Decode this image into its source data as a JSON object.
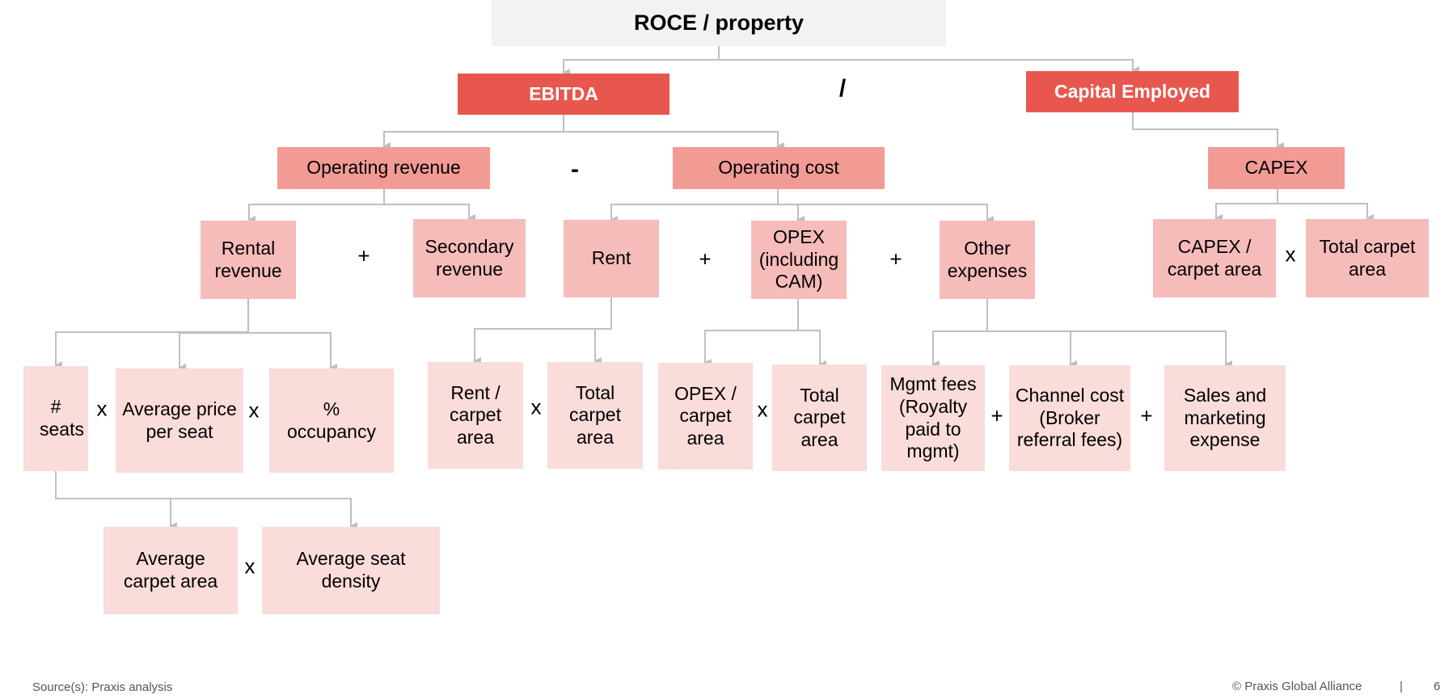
{
  "title": "ROCE / property",
  "colors": {
    "root_fill": "#f2f2f2",
    "level1_fill": "#e8574e",
    "level2_fill": "#f29b95",
    "level3_fill": "#f6bcb9",
    "level4_fill": "#fadcdb",
    "connector": "#bfbfbf"
  },
  "nodes": {
    "root": "ROCE / property",
    "ebitda": "EBITDA",
    "capital_employed": "Capital Employed",
    "operating_revenue": "Operating revenue",
    "operating_cost": "Operating cost",
    "capex": "CAPEX",
    "rental_revenue": "Rental revenue",
    "secondary_revenue": "Secondary revenue",
    "rent": "Rent",
    "opex": "OPEX (including CAM)",
    "other_expenses": "Other expenses",
    "capex_per_carpet_area": "CAPEX / carpet area",
    "total_carpet_area_capex": "Total carpet area",
    "num_seats": "# seats",
    "avg_price_per_seat": "Average price per seat",
    "pct_occupancy": "% occupancy",
    "rent_per_carpet_area": "Rent / carpet area",
    "total_carpet_area_rent": "Total carpet area",
    "opex_per_carpet_area": "OPEX / carpet area",
    "total_carpet_area_opex": "Total carpet area",
    "mgmt_fees": "Mgmt fees (Royalty paid to mgmt)",
    "channel_cost": "Channel cost (Broker referral fees)",
    "sales_marketing": "Sales and marketing expense",
    "avg_carpet_area": "Average carpet area",
    "avg_seat_density": "Average seat density"
  },
  "operators": {
    "ebitda_vs_capital": "/",
    "revenue_vs_cost": "-",
    "rental_plus_secondary": "+",
    "rent_plus_opex": "+",
    "opex_plus_other": "+",
    "capex_times_area": "x",
    "seats_times_price": "x",
    "price_times_occupancy": "x",
    "rent_area_times_total": "x",
    "opex_area_times_total": "x",
    "mgmt_plus_channel": "+",
    "channel_plus_sales": "+",
    "carpet_times_density": "x"
  },
  "footer": {
    "source": "Source(s): Praxis analysis",
    "copyright": "© Praxis Global Alliance",
    "separator": "|",
    "page_number": "6"
  }
}
